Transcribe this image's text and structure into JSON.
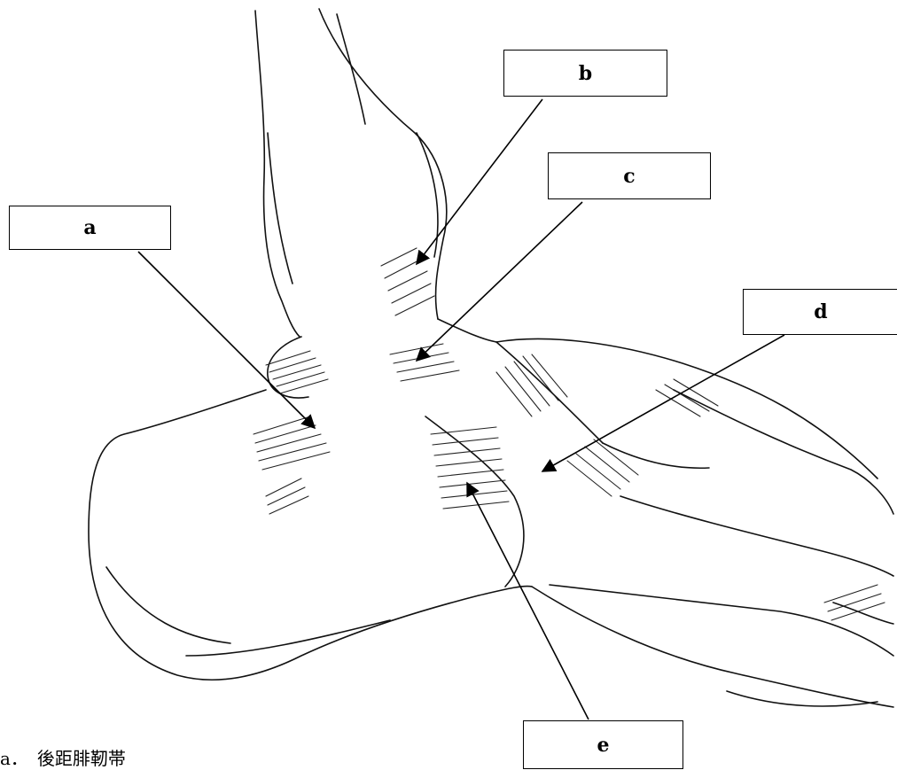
{
  "labels": {
    "a": "a",
    "b": "b",
    "c": "c",
    "d": "d",
    "e": "e"
  },
  "answer_line": "a．　後距腓靭帯",
  "colors": {
    "line": "#000000",
    "background": "#ffffff"
  }
}
